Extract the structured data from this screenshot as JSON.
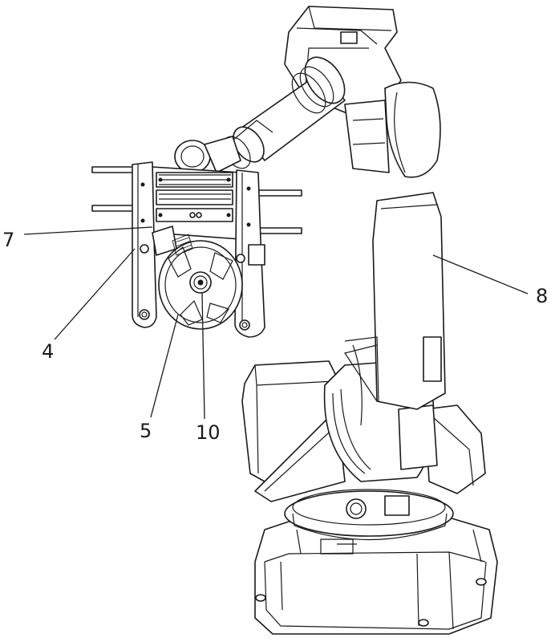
{
  "labels": {
    "l7": "7",
    "l4": "4",
    "l5": "5",
    "l10": "10",
    "l8": "8"
  }
}
